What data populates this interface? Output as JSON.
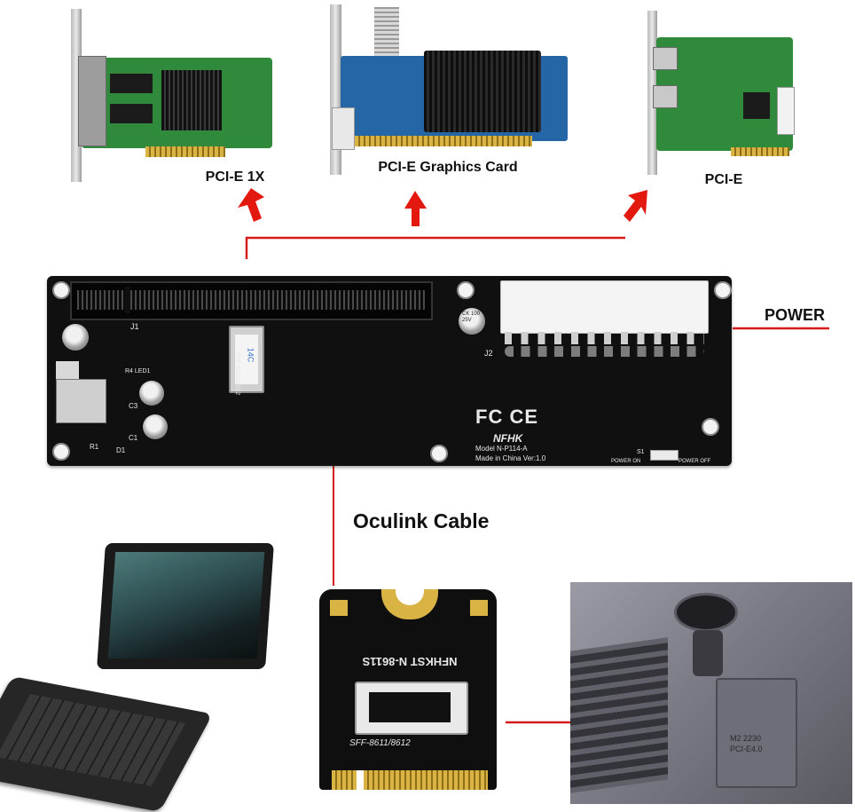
{
  "labels": {
    "pcie_1x": "PCI-E 1X",
    "pcie_graphics": "PCI-E Graphics Card",
    "pcie": "PCI-E",
    "power": "POWER",
    "oculink": "Oculink Cable"
  },
  "main_board": {
    "fcc_mark": "FC CE",
    "brand": "NFHK",
    "model": "Model N-P114-A",
    "made_in": "Made in China Ver:1.0",
    "power_on": "POWER ON",
    "power_off": "POWER OFF",
    "connector_side": "SFF-8611/8612",
    "j1": "J1",
    "j2": "J2",
    "switch": "S1",
    "cap_label": "CK 100 25V",
    "led": "R4 LED1",
    "d1": "D1",
    "c1": "C1",
    "c3": "C3",
    "r1": "R1",
    "port_label": "14C"
  },
  "m2_adapter": {
    "brand": "NFHKST N-8611S",
    "connector": "SFF-8611/8612"
  },
  "device_panel": {
    "slot_text_1": "M2 2230",
    "slot_text_2": "PCI-E4.0"
  },
  "colors": {
    "arrow": "#e3190f",
    "line": "#d51b1b",
    "board": "#101010",
    "pcb_green": "#2f8a3c"
  }
}
